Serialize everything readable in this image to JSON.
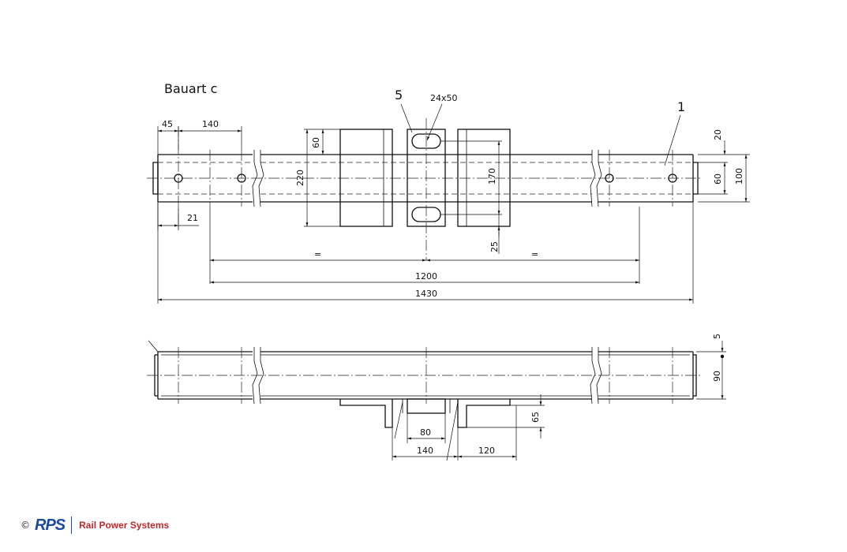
{
  "title": "Bauart c",
  "callouts": [
    "5",
    "1"
  ],
  "dimensions": {
    "top": {
      "d45": "45",
      "d140": "140",
      "d24x50": "24x50",
      "d60": "60",
      "d220": "220",
      "d170": "170",
      "d20": "20",
      "d60b": "60",
      "d100": "100",
      "d21": "21",
      "d25": "25",
      "eqLeft": "=",
      "eqRight": "=",
      "d1200": "1200",
      "d1430": "1430"
    },
    "bottom": {
      "d5": "5",
      "d90": "90",
      "d65": "65",
      "d80": "80",
      "d140": "140",
      "d120": "120"
    }
  },
  "footer": {
    "copyright": "©",
    "logo": "RPS",
    "company": "Rail Power Systems"
  },
  "colors": {
    "line": "#111111",
    "logo": "#1c4aa0",
    "company": "#c0282d"
  }
}
